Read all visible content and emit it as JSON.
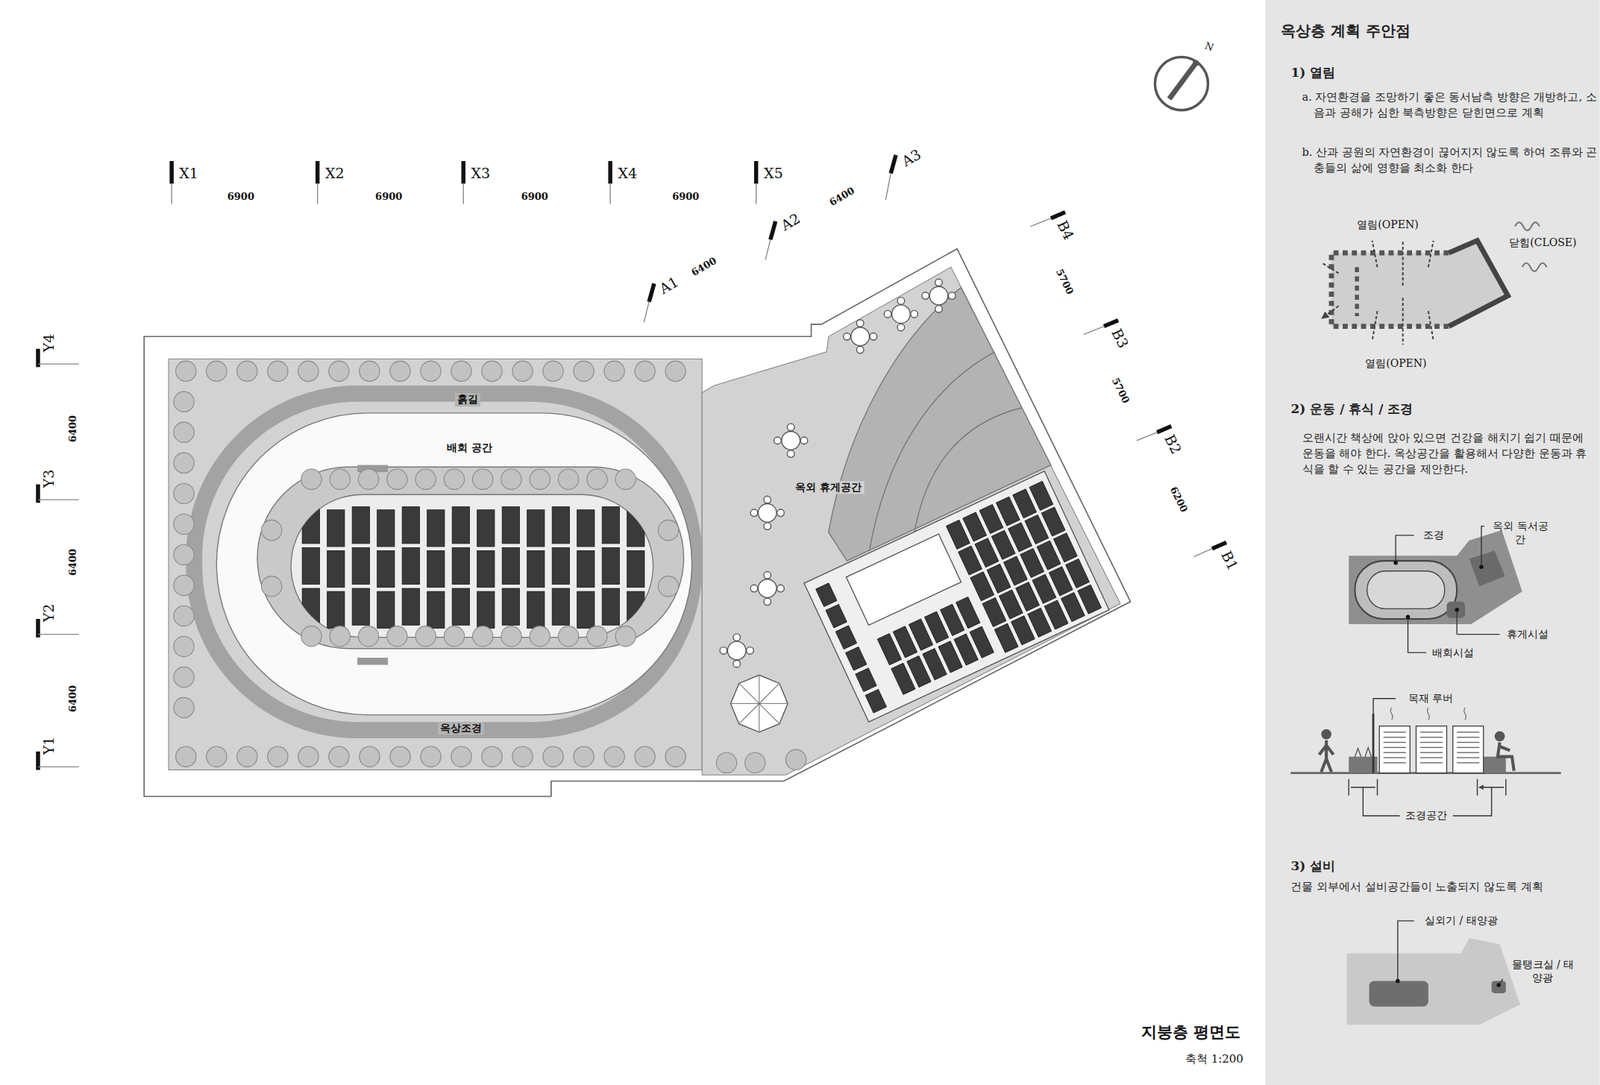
{
  "diagram": {
    "title": "지붕층 평면도",
    "caption": "축척 1:200",
    "nodes": [
      {
        "text": [
          "옥상층 계획 주안점",
          "1) 열림",
          "a. 자연환경을 조망하기 좋은 동서남측 방향은 개방하고, 소음과 공해가 심한 북측방향은 닫힌면으로 계획",
          "b. 산과 공원의 자연환경이 끊어지지 않도록 하여 조류와 곤충들의 삶에 영향을 최소화 한다",
          "2) 운동 / 휴식 / 조경",
          "오랜시간 책상에 앉아 있으면 건강을 해치기 쉽기 때문에 운동을 해야 한다. 옥상공간을 활용해서 다양한 운동과 휴식을 할 수 있는 공간을 제안한다.",
          "3) 설비",
          "건물 외부에서 설비공간들이 노출되지 않도록 계획"
        ]
      }
    ],
    "labels": [
      "N",
      "X1",
      "X2",
      "X3",
      "X4",
      "X5",
      "6900",
      "6900",
      "6900",
      "6900",
      "A1",
      "A2",
      "A3",
      "6400",
      "6400",
      "B4",
      "B3",
      "B2",
      "B1",
      "5700",
      "5700",
      "6200",
      "Y4",
      "Y3",
      "Y2",
      "Y1",
      "6400",
      "6400",
      "6400",
      "흙길",
      "배회 공간",
      "옥외 휴게공간",
      "옥상조경",
      "열림(OPEN)",
      "닫힘(CLOSE)",
      "열림(OPEN)",
      "조경",
      "옥외 독서공간",
      "휴게시설",
      "배회시설",
      "목재 루버",
      "조경공간",
      "실외기 / 태양광",
      "물탱크실 / 태양광"
    ]
  }
}
